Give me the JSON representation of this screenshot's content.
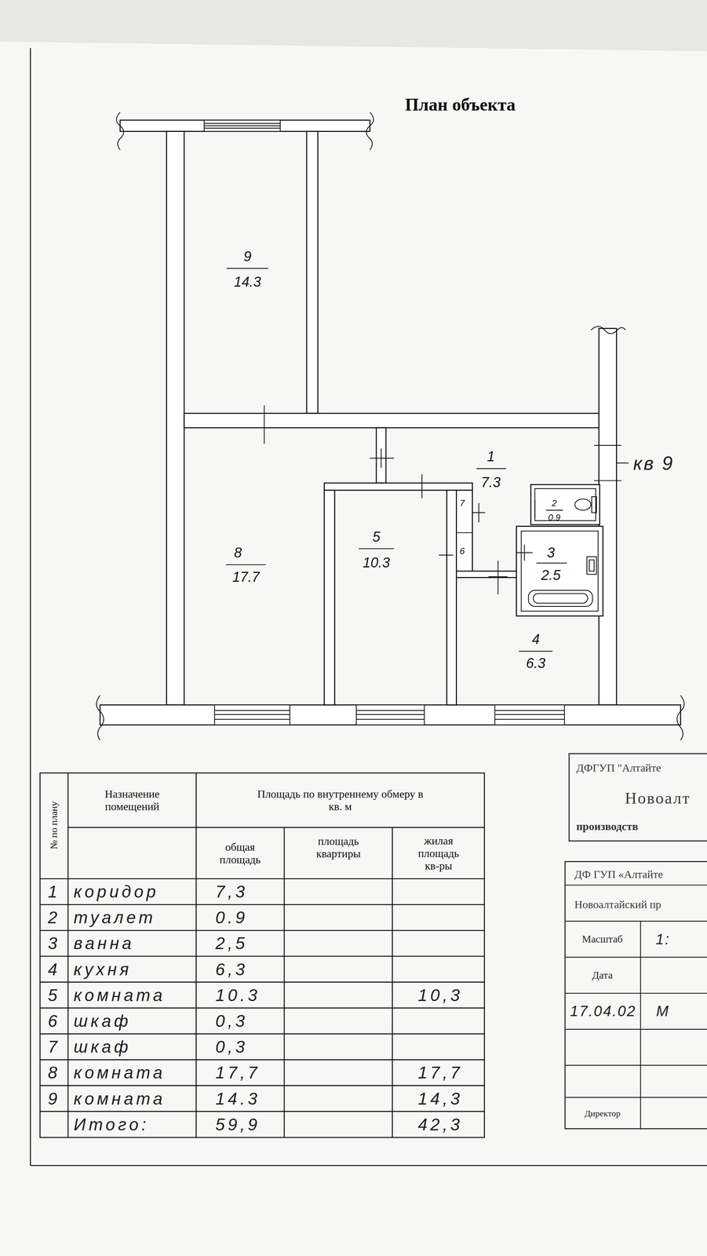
{
  "diagram": {
    "title": "План объекта",
    "nodes": [
      {
        "text": [
          "ДФГУП \"Алтайте",
          "Новоалт",
          "производств"
        ]
      },
      {
        "text": [
          "ДФ ГУП «Алтайте",
          "Новоалтайский пр"
        ]
      }
    ],
    "labels": [
      "9",
      "14.3",
      "8",
      "17.7",
      "1",
      "7.3",
      "кв 9",
      "2",
      "0.9",
      "7",
      "6",
      "5",
      "10.3",
      "3",
      "2.5",
      "4",
      "6.3",
      "№ по плану",
      "Назначение помещений",
      "Площадь по внутреннему обмеру в кв. м",
      "общая площадь",
      "площадь квартиры",
      "жилая площадь кв-ры",
      "1",
      "коридор",
      "7,3",
      "2",
      "туалет",
      "0.9",
      "3",
      "ванна",
      "2,5",
      "4",
      "кухня",
      "6,3",
      "5",
      "комната",
      "10.3",
      "10,3",
      "6",
      "шкаф",
      "0,3",
      "7",
      "шкаф",
      "0,3",
      "8",
      "комната",
      "17,7",
      "17,7",
      "9",
      "комната",
      "14.3",
      "14,3",
      "Итого:",
      "59,9",
      "42,3",
      "Масштаб",
      "1:",
      "Дата",
      "17.04.02",
      "М",
      "Директор"
    ]
  }
}
